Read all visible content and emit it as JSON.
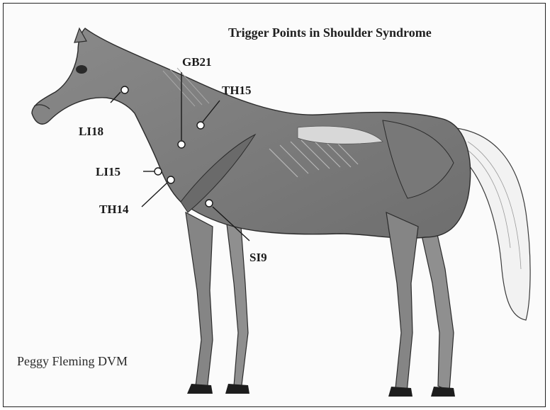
{
  "title": "Trigger Points in Shoulder Syndrome",
  "credit": "Peggy Fleming DVM",
  "points": [
    {
      "id": "GB21",
      "label": "GB21"
    },
    {
      "id": "TH15",
      "label": "TH15"
    },
    {
      "id": "LI18",
      "label": "LI18"
    },
    {
      "id": "LI15",
      "label": "LI15"
    },
    {
      "id": "TH14",
      "label": "TH14"
    },
    {
      "id": "SI9",
      "label": "SI9"
    }
  ],
  "colors": {
    "muscle": "#7e7e7e",
    "outline": "#2b2b2b",
    "marker": "#ffffff",
    "text": "#1a1a1a"
  }
}
